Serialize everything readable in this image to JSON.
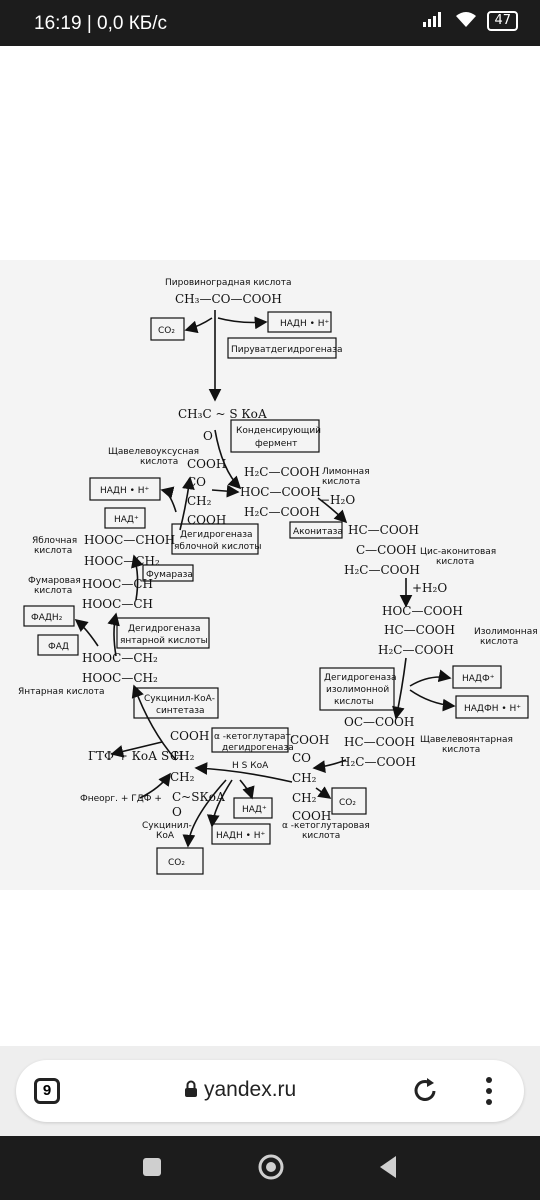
{
  "status": {
    "time": "16:19 | 0,0 КБ/с",
    "battery": "47"
  },
  "browser": {
    "tab_count": "9",
    "url": "yandex.ru"
  },
  "diagram": {
    "pyruvate": "Пировиноградная кислота",
    "pyruvate_f": "CH₃—CO—COOH",
    "co2_1": "CO₂",
    "nadh_1": "НАДН • Н⁺",
    "pdh": "Пируватдегидрогеназа",
    "acetyl": "CH₃C ~ S КоА",
    "acetyl_o": "O",
    "cond_1": "Конденсирующий",
    "cond_2": "фермент",
    "oxalo_1": "Щавелевоуксусная",
    "oxalo_2": "кислота",
    "oa_1": "COOH",
    "oa_2": "CO",
    "oa_3": "CH₂",
    "oa_4": "COOH",
    "nadh_2": "НАДН • Н⁺",
    "nad_1": "НАД⁺",
    "mdh_1": "Дегидрогеназа",
    "mdh_2": "яблочной кислоты",
    "citr_1": "H₂C—COOH",
    "citr_2": "HOC—COOH",
    "citr_3": "H₂C—COOH",
    "citric_1": "Лимонная",
    "citric_2": "кислота",
    "h2o_1": "−H₂O",
    "aconitase": "Аконитаза",
    "malic_1": "Яблочная",
    "malic_2": "кислота",
    "mal_1": "HOOC—CHOH",
    "mal_2": "HOOC—CH₂",
    "fumarase": "Фумараза",
    "cis_1": "HC—COOH",
    "cis_2": "C—COOH",
    "cis_3": "H₂C—COOH",
    "cisname_1": "Цис-аконитовая",
    "cisname_2": "кислота",
    "fum_name_1": "Фумаровая",
    "fum_name_2": "кислота",
    "fum_1": "HOOC—CH",
    "fum_2": "HOOC—CH",
    "fadh2": "ФАДН₂",
    "fad": "ФАД",
    "sdh_1": "Дегидрогеназа",
    "sdh_2": "янтарной кислоты",
    "h2o_2": "+H₂O",
    "iso_1": "HOC—COOH",
    "iso_2": "HC—COOH",
    "iso_3": "H₂C—COOH",
    "isoname_1": "Изолимонная",
    "isoname_2": "кислота",
    "suc_1": "HOOC—CH₂",
    "suc_2": "HOOC—CH₂",
    "sucname": "Янтарная кислота",
    "idh_1": "Дегидрогеназа",
    "idh_2": "изолимонной",
    "idh_3": "кислоты",
    "nadp": "НАДФ⁺",
    "nadph": "НАДФН • Н⁺",
    "scs_1": "Сукцинил-КоА-",
    "scs_2": "синтетаза",
    "oxs_1": "OC—COOH",
    "oxs_2": "HC—COOH",
    "oxs_3": "H₂C—COOH",
    "oxsname_1": "Щавелевоянтарная",
    "oxsname_2": "кислота",
    "gtp": "ГТФ + КоА S H",
    "scoa_1": "COOH",
    "scoa_2": "CH₂",
    "scoa_3": "CH₂",
    "scoa_4": "C~SКоА",
    "scoa_5": "O",
    "kgdh_1": "α -кетоглутарат-",
    "kgdh_2": "дегидрогеназа",
    "kg_1": "COOH",
    "kg_2": "CO",
    "kg_3": "CH₂",
    "kg_4": "CH₂",
    "kg_5": "COOH",
    "hskoa": "H S КоА",
    "pi": "Фнеорг. + ГДФ +",
    "succoa_1": "Сукцинил-",
    "succoa_2": "КоА",
    "nad_2": "НАД⁺",
    "nadh_3": "НАДН • Н⁺",
    "co2_2": "CO₂",
    "co2_3": "CO₂",
    "kgname_1": "α -кетоглутаровая",
    "kgname_2": "кислота"
  }
}
